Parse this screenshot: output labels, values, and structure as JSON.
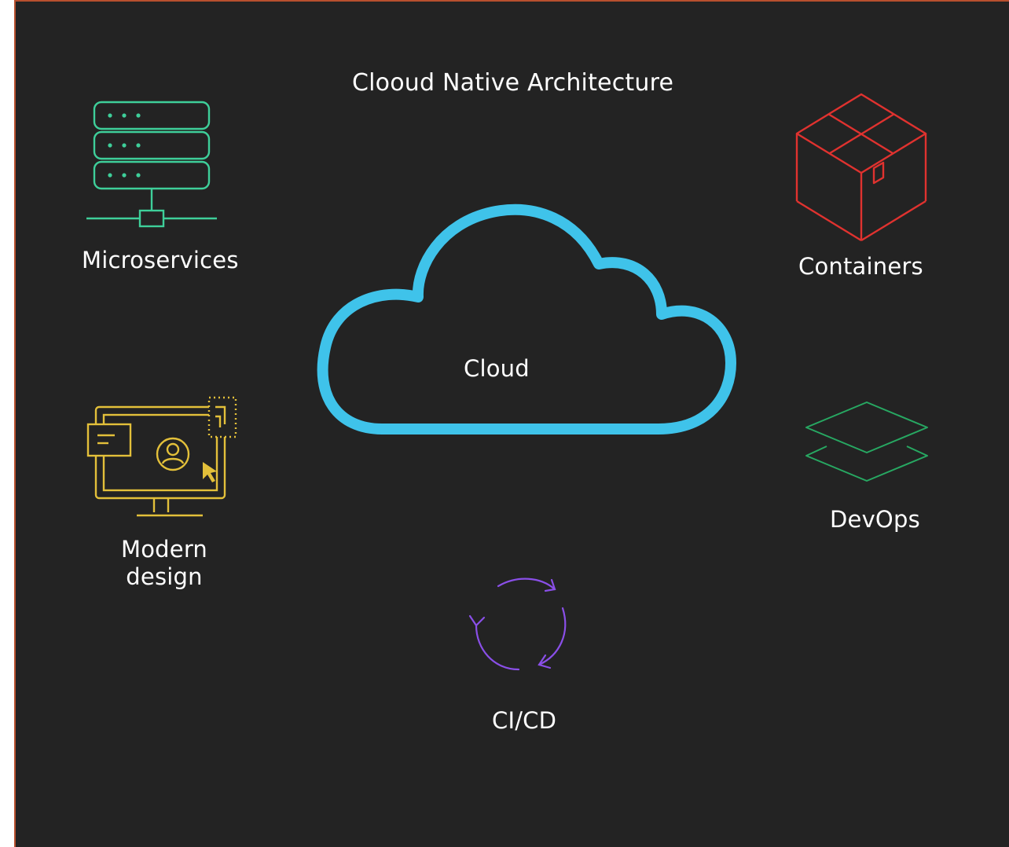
{
  "diagram": {
    "title": "Clooud Native Architecture",
    "center": {
      "label": "Cloud",
      "color": "#3fc3ea"
    },
    "nodes": [
      {
        "id": "microservices",
        "label": "Microservices",
        "icon": "server-rack-icon",
        "color": "#3ecf9a"
      },
      {
        "id": "containers",
        "label": "Containers",
        "icon": "box-icon",
        "color": "#e0322f"
      },
      {
        "id": "modern-design",
        "label_line1": "Modern",
        "label_line2": "design",
        "icon": "monitor-design-icon",
        "color": "#e3c03a"
      },
      {
        "id": "devops",
        "label": "DevOps",
        "icon": "layers-icon",
        "color": "#27a862"
      },
      {
        "id": "cicd",
        "label": "CI/CD",
        "icon": "cycle-arrows-icon",
        "color": "#8a4fe8"
      }
    ]
  }
}
